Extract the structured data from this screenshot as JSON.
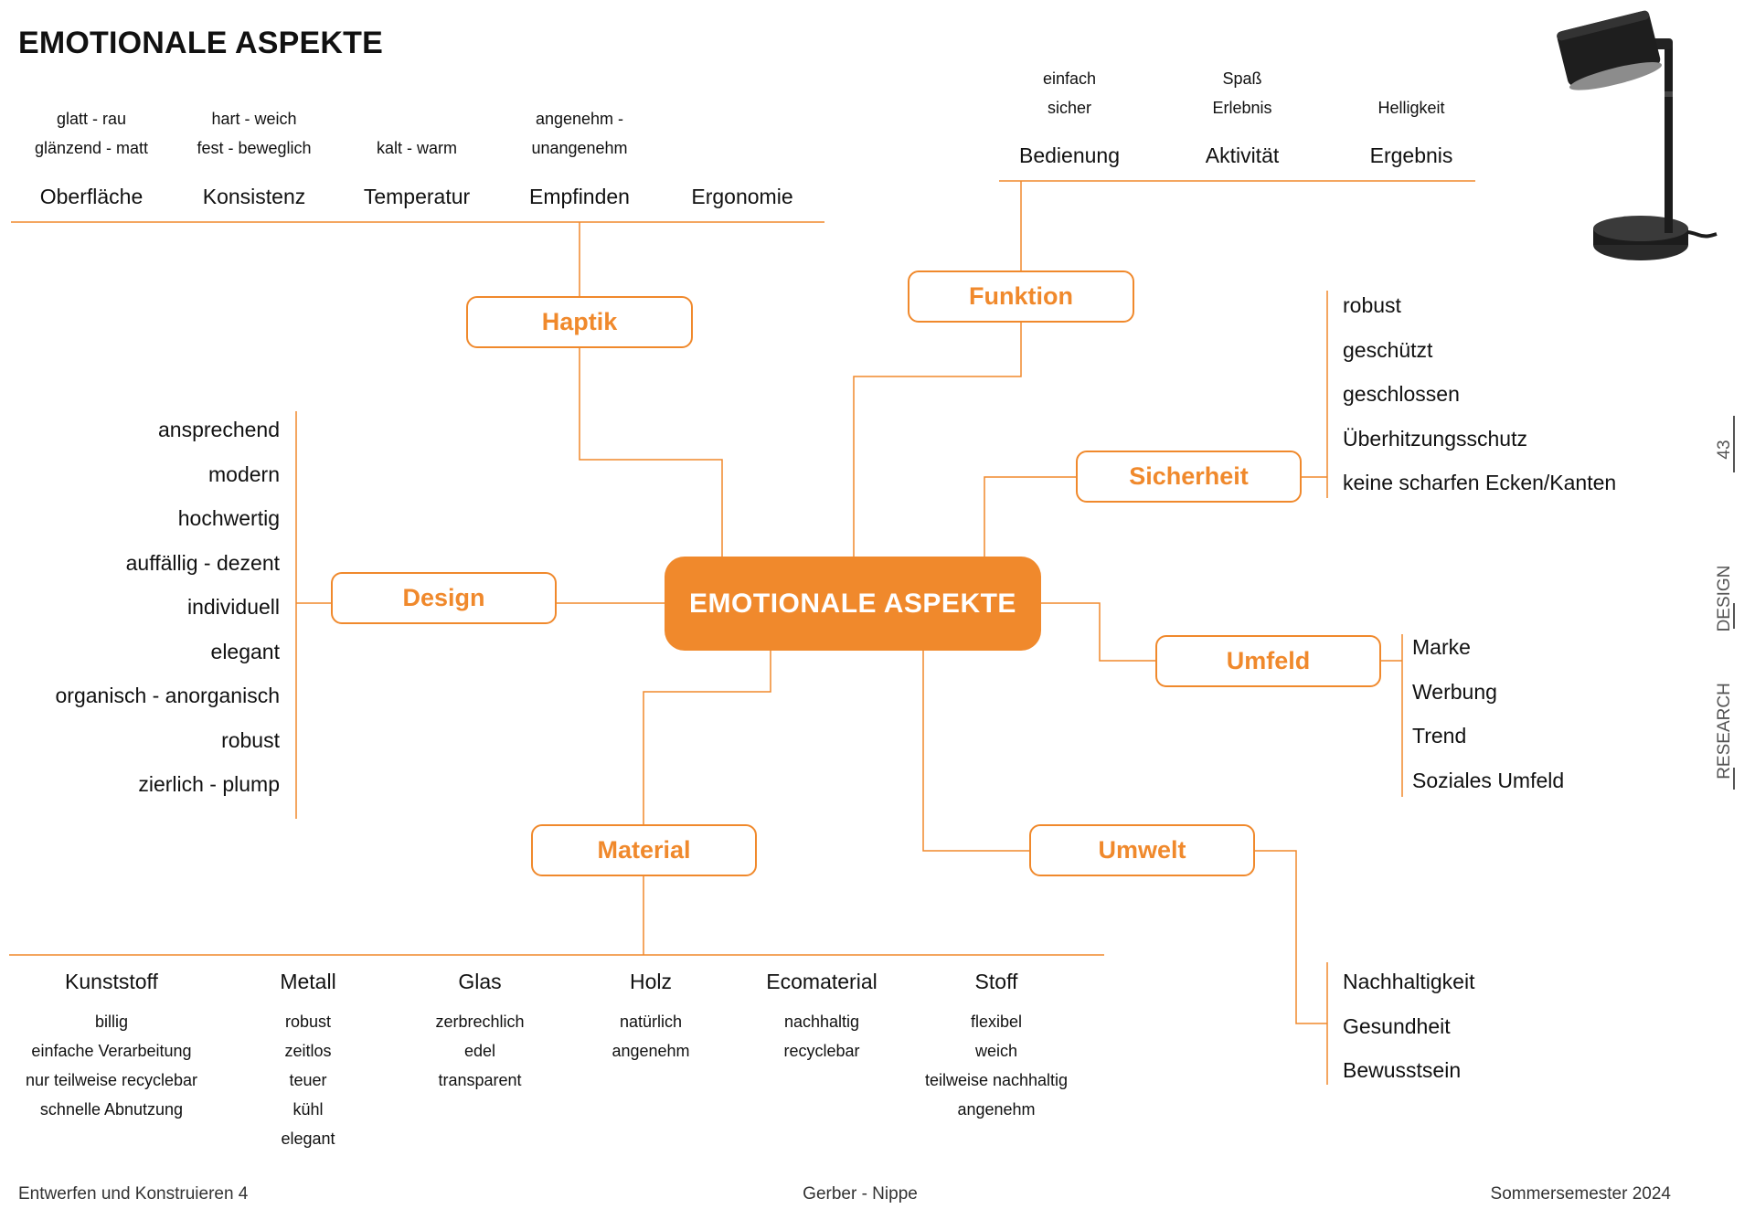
{
  "title": "EMOTIONALE ASPEKTE",
  "center": "EMOTIONALE ASPEKTE",
  "nodes": {
    "haptik": "Haptik",
    "funktion": "Funktion",
    "sicherheit": "Sicherheit",
    "design": "Design",
    "umfeld": "Umfeld",
    "material": "Material",
    "umwelt": "Umwelt"
  },
  "haptik_items": [
    {
      "label": "Oberfläche",
      "details": [
        "glatt - rau",
        "glänzend - matt"
      ]
    },
    {
      "label": "Konsistenz",
      "details": [
        "hart - weich",
        "fest - beweglich"
      ]
    },
    {
      "label": "Temperatur",
      "details": [
        "kalt - warm"
      ]
    },
    {
      "label": "Empfinden",
      "details": [
        "angenehm -",
        "unangenehm"
      ]
    },
    {
      "label": "Ergonomie",
      "details": []
    }
  ],
  "funktion_items": [
    {
      "label": "Bedienung",
      "details": [
        "einfach",
        "sicher"
      ]
    },
    {
      "label": "Aktivität",
      "details": [
        "Spaß",
        "Erlebnis"
      ]
    },
    {
      "label": "Ergebnis",
      "details": [
        "Helligkeit"
      ]
    }
  ],
  "sicherheit_items": [
    "robust",
    "geschützt",
    "geschlossen",
    "Überhitzungsschutz",
    "keine scharfen Ecken/Kanten"
  ],
  "design_items": [
    "ansprechend",
    "modern",
    "hochwertig",
    "auffällig - dezent",
    "individuell",
    "elegant",
    "organisch - anorganisch",
    "robust",
    "zierlich - plump"
  ],
  "umfeld_items": [
    "Marke",
    "Werbung",
    "Trend",
    "Soziales Umfeld"
  ],
  "umwelt_items": [
    "Nachhaltigkeit",
    "Gesundheit",
    "Bewusstsein"
  ],
  "material_items": [
    {
      "label": "Kunststoff",
      "details": [
        "billig",
        "einfache Verarbeitung",
        "nur teilweise recyclebar",
        "schnelle Abnutzung"
      ]
    },
    {
      "label": "Metall",
      "details": [
        "robust",
        "zeitlos",
        "teuer",
        "kühl",
        "elegant"
      ]
    },
    {
      "label": "Glas",
      "details": [
        "zerbrechlich",
        "edel",
        "transparent"
      ]
    },
    {
      "label": "Holz",
      "details": [
        "natürlich",
        "angenehm"
      ]
    },
    {
      "label": "Ecomaterial",
      "details": [
        "nachhaltig",
        "recyclebar"
      ]
    },
    {
      "label": "Stoff",
      "details": [
        "flexibel",
        "weich",
        "teilweise nachhaltig",
        "angenehm"
      ]
    }
  ],
  "side_labels": [
    "43",
    "DESIGN",
    "RESEARCH"
  ],
  "footer": {
    "left": "Entwerfen und Konstruieren 4",
    "center": "Gerber - Nippe",
    "right": "Sommersemester 2024"
  },
  "colors": {
    "accent": "#f0892c",
    "lamp": "#1c1c1c"
  }
}
